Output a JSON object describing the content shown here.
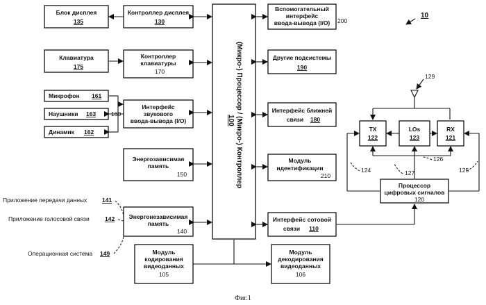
{
  "figure": {
    "ref": "10",
    "caption": "Фиг.1"
  },
  "processor": {
    "label": "(Микро-) Процессор / (Микро-) Контроллер",
    "num": "100"
  },
  "left_blocks": {
    "display": {
      "label": "Блок дисплея",
      "num": "135"
    },
    "display_ctrl": {
      "label": "Контроллер дисплея",
      "num": "130"
    },
    "keyboard": {
      "label": "Клавиатура",
      "num": "175"
    },
    "keyboard_ctrl": {
      "line1": "Контроллер",
      "line2": "клавиатуры",
      "num": "170"
    },
    "microphone": {
      "label": "Микрофон",
      "num": "161"
    },
    "headphones": {
      "label": "Наушники",
      "num": "163"
    },
    "speaker": {
      "label": "Динамик",
      "num": "162"
    },
    "audio_io": {
      "line1": "Интерфейс",
      "line2": "звукового",
      "line3": "ввода-вывода (I/O)",
      "num": "160"
    },
    "volatile_mem": {
      "line1": "Энергозависимая",
      "line2": "память",
      "num": "150"
    },
    "nonvolatile_mem": {
      "line1": "Энергонезависимая",
      "line2": "память",
      "num": "140"
    }
  },
  "software": {
    "data_app": {
      "label": "Приложение передачи данных",
      "num": "141"
    },
    "voice_app": {
      "label": "Приложение голосовой связи",
      "num": "142"
    },
    "os": {
      "label": "Операционная система",
      "num": "149"
    }
  },
  "right_blocks": {
    "aux_io": {
      "line1": "Вспомогательный",
      "line2": "интерфейс",
      "line3": "ввода-вывода (I/O)",
      "num": "200"
    },
    "other_subsystems": {
      "label": "Другие подсистемы",
      "num": "190"
    },
    "short_range": {
      "line1": "Интерфейс ближней",
      "line2": "связи",
      "num": "180"
    },
    "id_module": {
      "line1": "Модуль",
      "line2": "идентификации",
      "num": "210"
    },
    "cellular": {
      "line1": "Интерфейс сотовой",
      "line2": "связи",
      "num": "110"
    }
  },
  "video": {
    "encoder": {
      "line1": "Модуль",
      "line2": "кодирования",
      "line3": "видеоданных",
      "num": "105"
    },
    "decoder": {
      "line1": "Модуль",
      "line2": "декодирования",
      "line3": "видеоданных",
      "num": "106"
    }
  },
  "radio": {
    "tx": {
      "label": "TX",
      "num": "122"
    },
    "los": {
      "label": "LOs",
      "num": "123"
    },
    "rx": {
      "label": "RX",
      "num": "121"
    },
    "dsp": {
      "line1": "Процессор",
      "line2": "цифровых сигналов",
      "num": "120"
    },
    "antenna_num": "129",
    "ref_124": "124",
    "ref_125": "125",
    "ref_126": "126",
    "ref_127": "127"
  }
}
